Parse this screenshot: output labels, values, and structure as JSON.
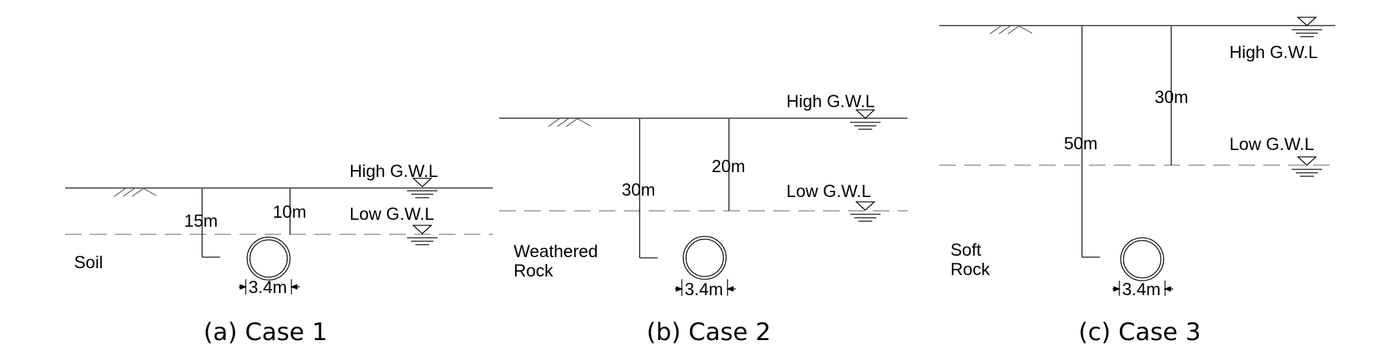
{
  "panels": [
    {
      "caption": "(a) Case 1",
      "high_gwl": "High G.W.L",
      "low_gwl": "Low G.W.L",
      "depth_total": "15m",
      "depth_gwl": "10m",
      "material_line1": "Soil",
      "material_line2": "",
      "diameter": "3.4m"
    },
    {
      "caption": "(b) Case 2",
      "high_gwl": "High G.W.L",
      "low_gwl": "Low G.W.L",
      "depth_total": "30m",
      "depth_gwl": "20m",
      "material_line1": "Weathered",
      "material_line2": "Rock",
      "diameter": "3.4m"
    },
    {
      "caption": "(c) Case 3",
      "high_gwl": "High G.W.L",
      "low_gwl": "Low G.W.L",
      "depth_total": "50m",
      "depth_gwl": "30m",
      "material_line1": "Soft",
      "material_line2": "Rock",
      "diameter": "3.4m"
    }
  ]
}
